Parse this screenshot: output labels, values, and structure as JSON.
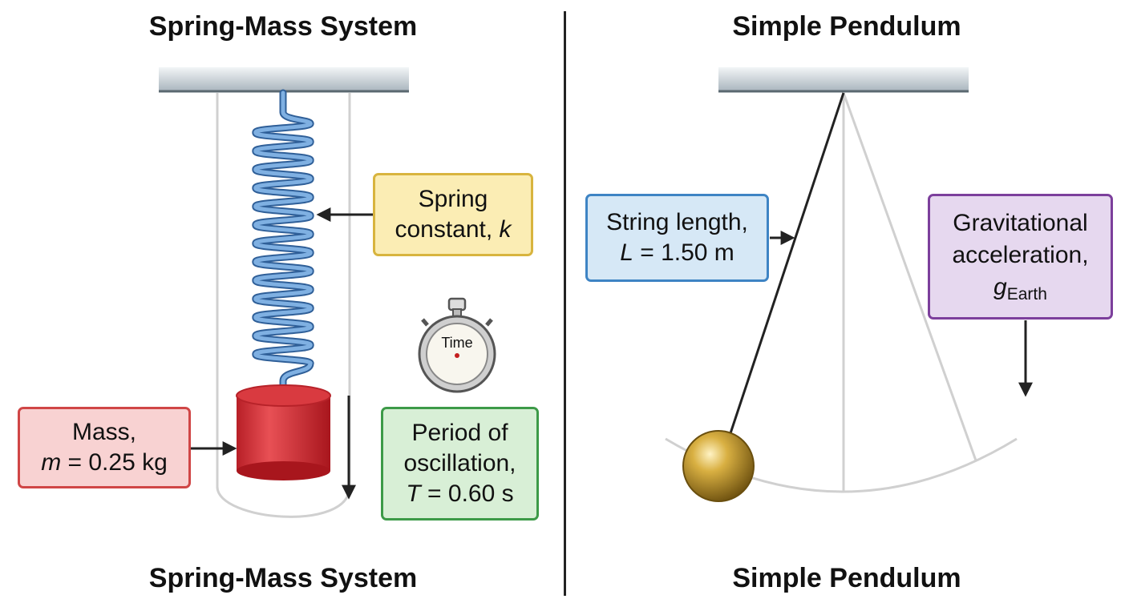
{
  "left_panel": {
    "title_top": "Spring-Mass System",
    "title_bottom": "Spring-Mass System",
    "spring_label": {
      "line1": "Spring",
      "line2": "constant, ",
      "symbol": "k"
    },
    "mass_label": {
      "line1": "Mass,",
      "symbol": "m",
      "line2": " = 0.25 kg"
    },
    "period_label": {
      "line1": "Period of",
      "line2": "oscillation,",
      "symbol": "T",
      "line3": " = 0.60 s"
    },
    "stopwatch": {
      "label": "Time",
      "icon": "stopwatch-icon"
    }
  },
  "right_panel": {
    "title_top": "Simple Pendulum",
    "title_bottom": "Simple Pendulum",
    "length_label": {
      "line1": "String length,",
      "symbol": "L",
      "line2": " = 1.50 m"
    },
    "gravity_label": {
      "line1": "Gravitational",
      "line2": "acceleration,",
      "symbol": "g",
      "subscript": "Earth"
    }
  },
  "colors": {
    "spring": "#5a8fc8",
    "mass": "#d0343a",
    "bob": "#c49a28",
    "guide_lines": "#cfcfcf",
    "arrows": "#222222"
  }
}
